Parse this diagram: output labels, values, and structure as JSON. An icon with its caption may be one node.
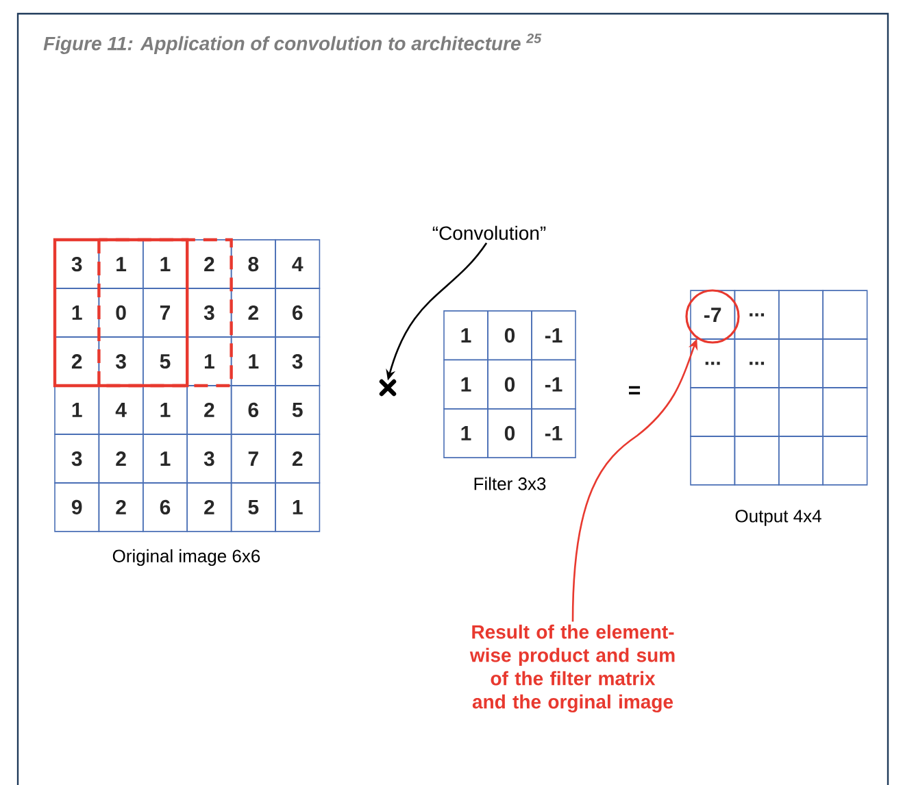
{
  "diagram": {
    "title": "Figure 11: Application of convolution to architecture $^{25}$",
    "nodes": [
      {
        "text": [
          "“Convolution”"
        ]
      },
      {
        "text": [],
        "shape": "cross"
      },
      {
        "text": [
          "Result of the element-wise product and sum of the filter matrix and the orginal image"
        ]
      },
      {
        "text": [],
        "shape": "circle"
      }
    ],
    "edges": [
      {
        "from": 0,
        "to": 1,
        "arrow": "to"
      },
      {
        "from": 2,
        "to": 3,
        "arrow": "to",
        "color": "#e8392f"
      }
    ],
    "labels": [
      "3",
      "1",
      "1",
      "2",
      "8",
      "4",
      "1",
      "0",
      "7",
      "3",
      "2",
      "6",
      "2",
      "3",
      "5",
      "1",
      "1",
      "3",
      "1",
      "4",
      "1",
      "2",
      "6",
      "5",
      "3",
      "2",
      "1",
      "3",
      "7",
      "2",
      "9",
      "2",
      "6",
      "2",
      "5",
      "1",
      "Original image 6x6",
      "1",
      "0",
      "-1",
      "1",
      "0",
      "-1",
      "1",
      "0",
      "-1",
      "Filter 3x3",
      "=",
      "-7",
      "...",
      "...",
      "...",
      "Output 4x4"
    ]
  }
}
